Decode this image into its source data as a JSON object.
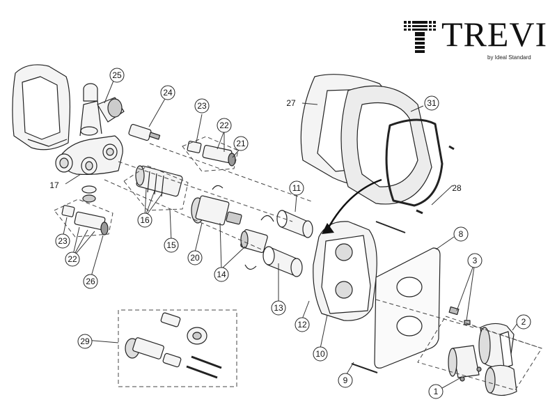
{
  "brand": {
    "name": "TREVI",
    "tagline": "by Ideal Standard"
  },
  "callouts": [
    "1",
    "2",
    "3",
    "8",
    "9",
    "10",
    "11",
    "12",
    "13",
    "14",
    "15",
    "16",
    "17",
    "20",
    "21",
    "22",
    "23",
    "24",
    "25",
    "26",
    "27",
    "28",
    "29",
    "31"
  ],
  "colors": {
    "line": "#222222",
    "fill": "#f2f2f2",
    "shade": "#9a9a9a"
  }
}
